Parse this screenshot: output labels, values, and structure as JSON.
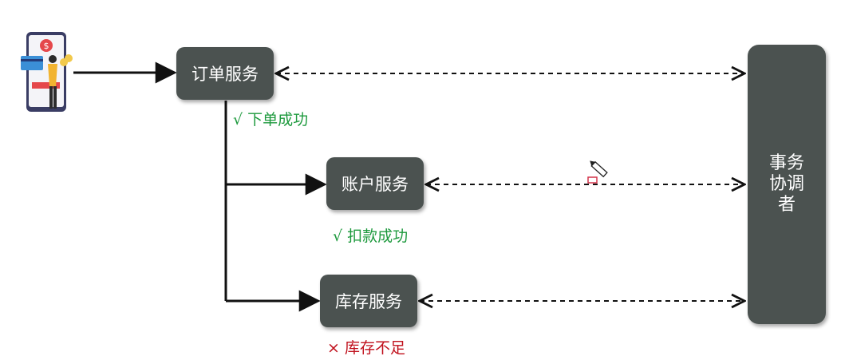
{
  "services": {
    "order": {
      "label": "订单服务"
    },
    "account": {
      "label": "账户服务"
    },
    "inventory": {
      "label": "库存服务"
    }
  },
  "coordinator": {
    "label": "事务协调者"
  },
  "statuses": {
    "order": "√ 下单成功",
    "account": "√ 扣款成功",
    "inventory": "× 库存不足"
  },
  "colors": {
    "node": "#4b5250",
    "success": "#1e9a3e",
    "failure": "#c0101c",
    "line": "#111111"
  },
  "icons": {
    "client": "mobile-payment-icon",
    "cursor": "pencil-cursor-icon"
  }
}
